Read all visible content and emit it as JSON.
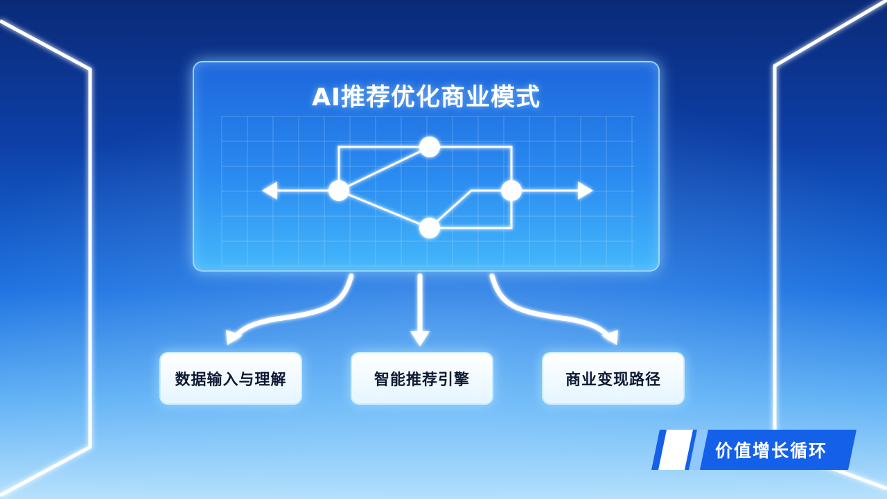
{
  "diagram": {
    "title": "AI推荐优化商业模式",
    "nodes": [
      "数据输入与理解",
      "智能推荐引擎",
      "商业变现路径"
    ],
    "badge": "价值增长循环"
  },
  "colors": {
    "background_top": "#0a2a78",
    "background_bottom": "#b8e2fd",
    "panel": "#2a8bf0",
    "badge": "#1560e8",
    "glow": "#ffffff"
  }
}
